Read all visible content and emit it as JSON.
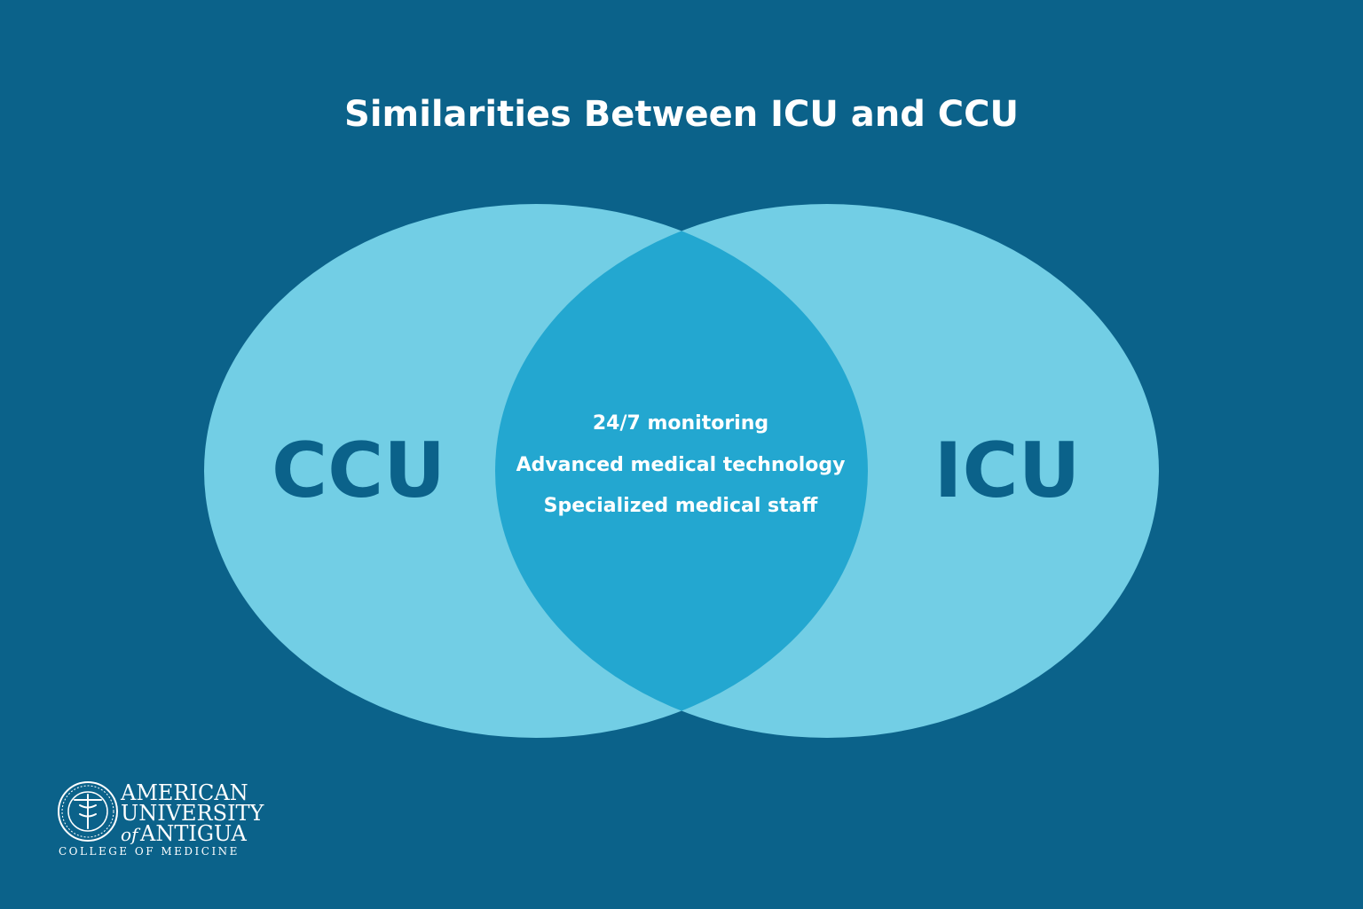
{
  "title": "Similarities Between ICU and CCU",
  "left_circle": {
    "label": "CCU"
  },
  "right_circle": {
    "label": "ICU"
  },
  "overlap": {
    "items": [
      "24/7 monitoring",
      "Advanced medical technology",
      "Specialized medical staff"
    ]
  },
  "logo": {
    "line1": "AMERICAN",
    "line2": "UNIVERSITY",
    "line3_prefix": "of",
    "line3": "ANTIGUA",
    "line4": "COLLEGE OF MEDICINE"
  },
  "colors": {
    "background": "#0b628a",
    "circle": "#72cee5",
    "overlap": "#23a7d0",
    "label": "#0b628a",
    "text": "#ffffff"
  }
}
